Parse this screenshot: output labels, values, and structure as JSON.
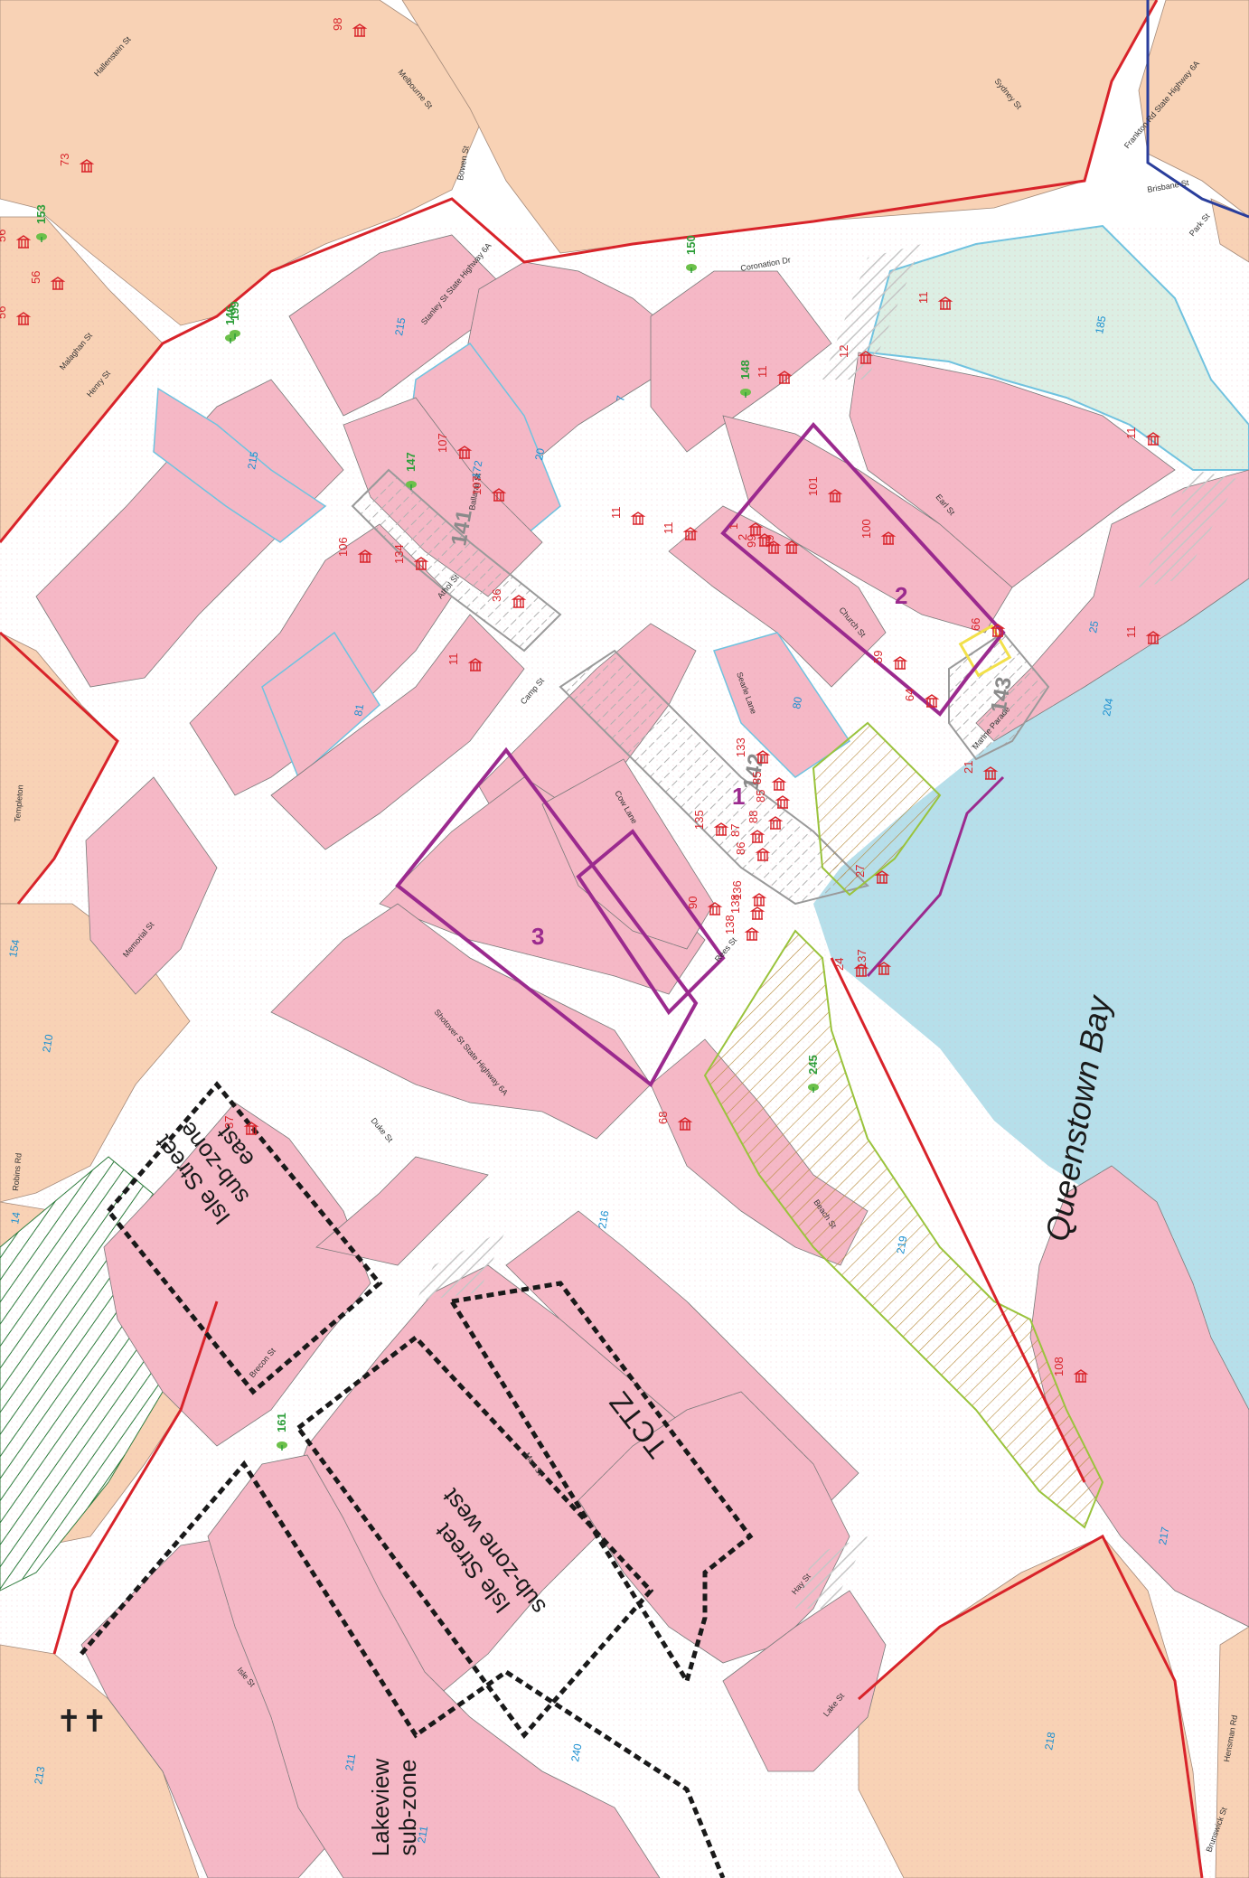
{
  "map": {
    "water_label": "Queenstown Bay",
    "zone_labels": {
      "isle_east_1": "Isle Street",
      "isle_east_2": "sub-zone",
      "isle_east_3": "east",
      "isle_west_1": "Isle Street",
      "isle_west_2": "sub-zone west",
      "lakeview_1": "Lakeview",
      "lakeview_2": "sub-zone",
      "tctz": "TCTZ"
    },
    "precinct_labels": {
      "p1": "1",
      "p2": "2",
      "p3": "3",
      "p141": "141",
      "p142": "142",
      "p143": "143"
    },
    "streets": {
      "henry": "Henry St",
      "ballarat": "Ballarat St",
      "melbourne": "Melbourne St",
      "sydney": "Sydney St",
      "frankton": "Frankton Rd State Highway 6A",
      "brisbane": "Brisbane St",
      "park": "Park St",
      "coronation": "Coronation Dr",
      "stanley": "Stanley St State Highway 6A",
      "earl": "Earl St",
      "church": "Church St",
      "camp": "Camp St",
      "athol": "Athol St",
      "marine": "Marine Parade",
      "shotover": "Shotover St State Highway 6A",
      "rees": "Rees St",
      "beach": "Beach St",
      "duke": "Duke St",
      "memorial": "Memorial St",
      "brecon": "Brecon St",
      "man": "Man St",
      "isle": "Isle St",
      "hay": "Hay St",
      "lake": "Lake St",
      "robins": "Robins Rd",
      "templeton": "Templeton",
      "cow": "Cow Lane",
      "searle": "Searle Lane",
      "hallenstein": "Hallenstein St",
      "malaghan": "Malaghan St",
      "brunswick": "Brunswick St",
      "hensman": "Hensman Rd",
      "bowen": "Bowen St"
    },
    "heritage_numbers": [
      "98",
      "73",
      "56",
      "56",
      "56",
      "107",
      "107",
      "134",
      "106",
      "36",
      "11",
      "11",
      "11",
      "11",
      "11",
      "11",
      "11",
      "12",
      "101",
      "100",
      "1",
      "2",
      "99",
      "39",
      "59",
      "66",
      "64",
      "133",
      "85",
      "85",
      "88",
      "87",
      "86",
      "135",
      "90",
      "138",
      "138",
      "136",
      "27",
      "21",
      "24",
      "137",
      "68",
      "37",
      "108"
    ],
    "zone_numbers": [
      "215",
      "215",
      "172",
      "20",
      "7",
      "185",
      "80",
      "81",
      "210",
      "216",
      "219",
      "217",
      "218",
      "211",
      "211",
      "213",
      "240",
      "204",
      "25",
      "14",
      "154"
    ],
    "tree_numbers": [
      "153",
      "146",
      "199",
      "150",
      "148",
      "147",
      "245",
      "161"
    ],
    "colors": {
      "town_centre": "#f5b8c6",
      "residential": "#f8d2b5",
      "water": "#b6dfea",
      "park": "#dcefe4",
      "street": "#ffffff",
      "zone_boundary": "#d8232a",
      "precinct": "#9b2a8e",
      "subzone": "#1a1a1a",
      "overlay": "#9ac33c"
    }
  }
}
